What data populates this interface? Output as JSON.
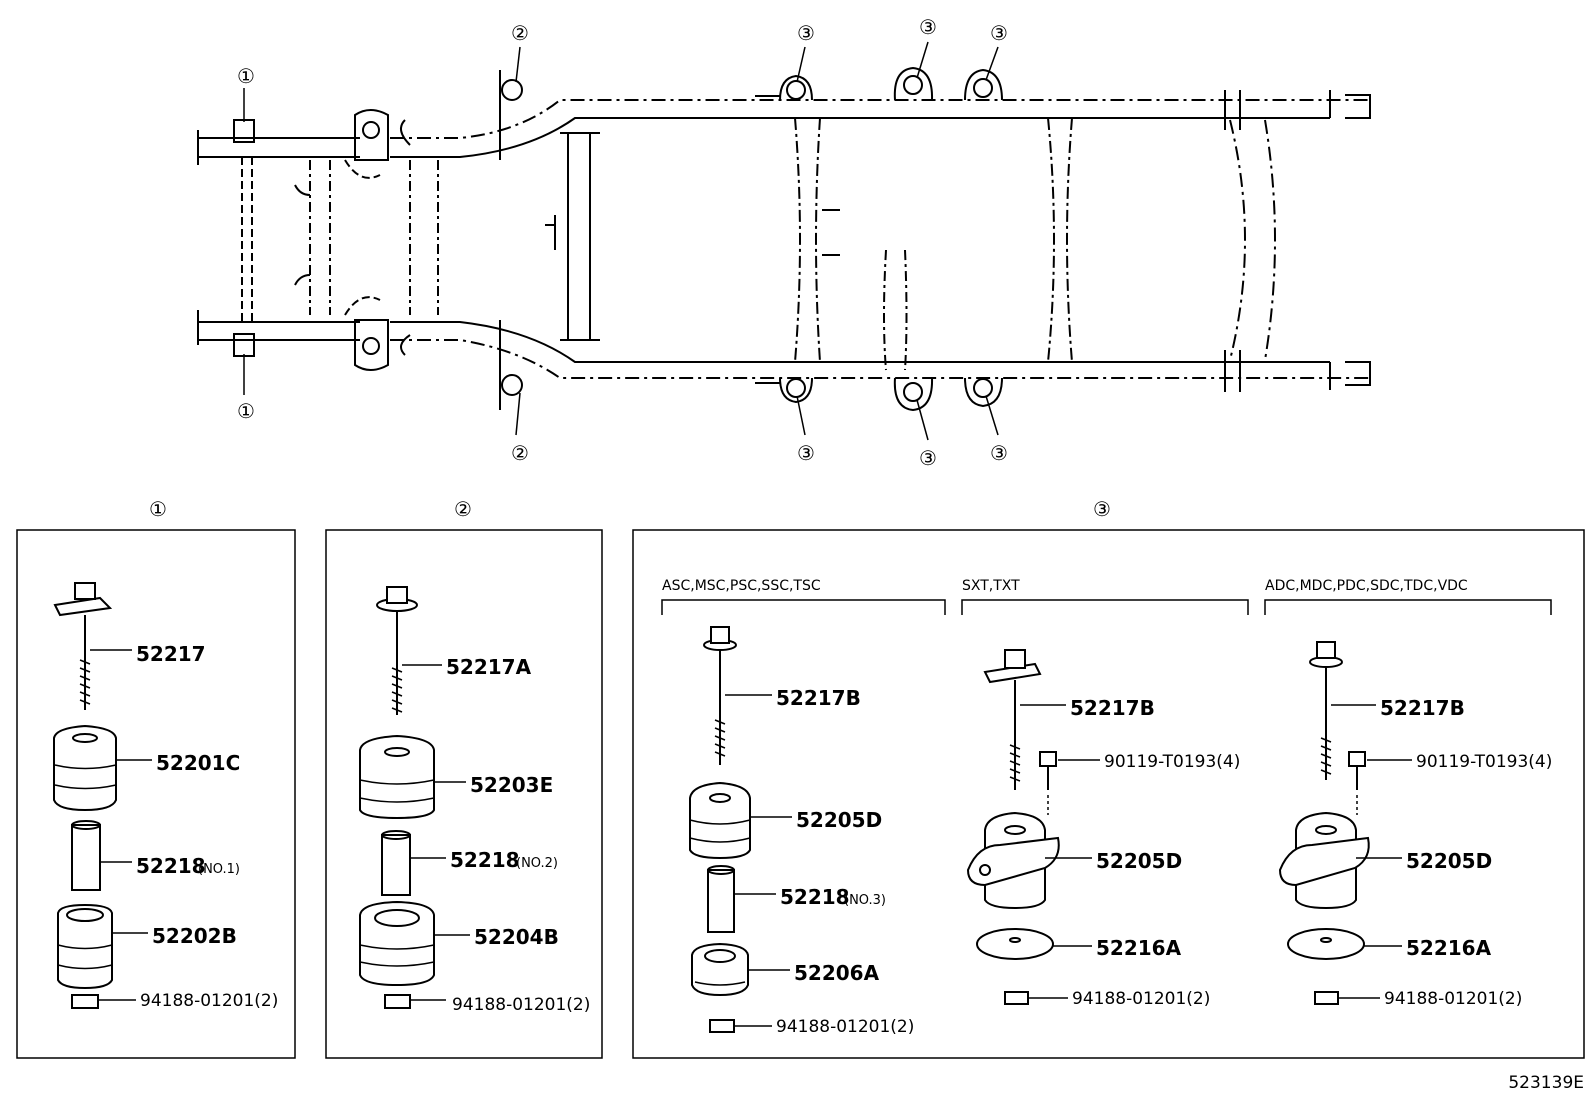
{
  "frame_callouts": {
    "c1_top": "①",
    "c1_bottom": "①",
    "c2_top": "②",
    "c2_bottom": "②",
    "c3_a_top": "③",
    "c3_b_top": "③",
    "c3_c_top": "③",
    "c3_a_bottom": "③",
    "c3_b_bottom": "③",
    "c3_c_bottom": "③"
  },
  "panel1": {
    "title": "①",
    "bolt": "52217",
    "cushion_upper": "52201C",
    "collar": "52218",
    "collar_note": "(NO.1)",
    "cushion_lower": "52202B",
    "nut": "94188-01201(2)"
  },
  "panel2": {
    "title": "②",
    "bolt": "52217A",
    "cushion_upper": "52203E",
    "collar": "52218",
    "collar_note": "(NO.2)",
    "cushion_lower": "52204B",
    "nut": "94188-01201(2)"
  },
  "panel3": {
    "title": "③",
    "group_a": {
      "label": "ASC,MSC,PSC,SSC,TSC",
      "bolt": "52217B",
      "cushion_upper": "52205D",
      "collar": "52218",
      "collar_note": "(NO.3)",
      "cushion_lower": "52206A",
      "nut": "94188-01201(2)"
    },
    "group_b": {
      "label": "SXT,TXT",
      "bolt": "52217B",
      "screw": "90119-T0193(4)",
      "cushion": "52205D",
      "washer": "52216A",
      "nut": "94188-01201(2)"
    },
    "group_c": {
      "label": "ADC,MDC,PDC,SDC,TDC,VDC",
      "bolt": "52217B",
      "screw": "90119-T0193(4)",
      "cushion": "52205D",
      "washer": "52216A",
      "nut": "94188-01201(2)"
    }
  },
  "diagram_code": "523139E"
}
